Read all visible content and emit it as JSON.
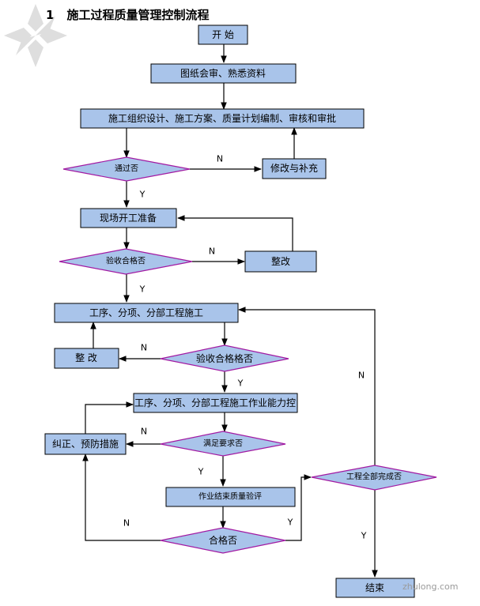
{
  "title": {
    "number": "1",
    "text": "施工过程质量管理控制流程"
  },
  "nodes": {
    "start": "开   始",
    "review_drawings": "图纸会审、熟悉资料",
    "plan": "施工组织设计、施工方案、质量计划编制、审核和审批",
    "pass1": "通过否",
    "revise": "修改与补充",
    "site_prep": "现场开工准备",
    "accept1": "验收合格否",
    "rectify1": "整改",
    "construction": "工序、分项、分部工程施工",
    "accept2": "验收合格格否",
    "rectify2": "整   改",
    "capability": "工序、分项、分部工程施工作业能力控",
    "meet_req": "满足要求否",
    "corrective": "纠正、预防措施",
    "final_check": "作业结束质量验评",
    "qualified": "合格否",
    "all_done": "工程全部完成否",
    "end": "结束"
  },
  "labels": {
    "n1": "N",
    "y1": "Y",
    "n2": "N",
    "y2": "Y",
    "n3": "N",
    "y3": "Y",
    "n4": "N",
    "y4": "Y",
    "n5": "N",
    "y5": "Y",
    "n6": "N",
    "y6": "Y"
  },
  "colors": {
    "box_fill": "#a9c4ea",
    "diamond_border": "#a21aa2",
    "line": "#000000"
  },
  "watermark": {
    "text": "zhulong.com"
  }
}
